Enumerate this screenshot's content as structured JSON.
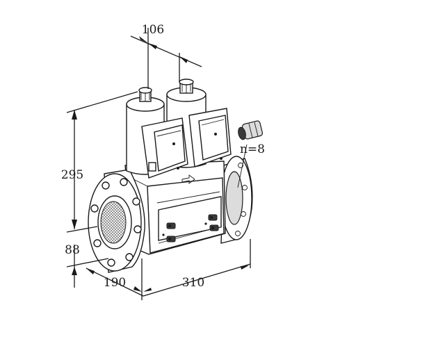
{
  "dimensions": {
    "top_width": "106",
    "height": "295",
    "base_height": "88",
    "depth": "190",
    "length": "310",
    "bolt_count": "n=8"
  }
}
